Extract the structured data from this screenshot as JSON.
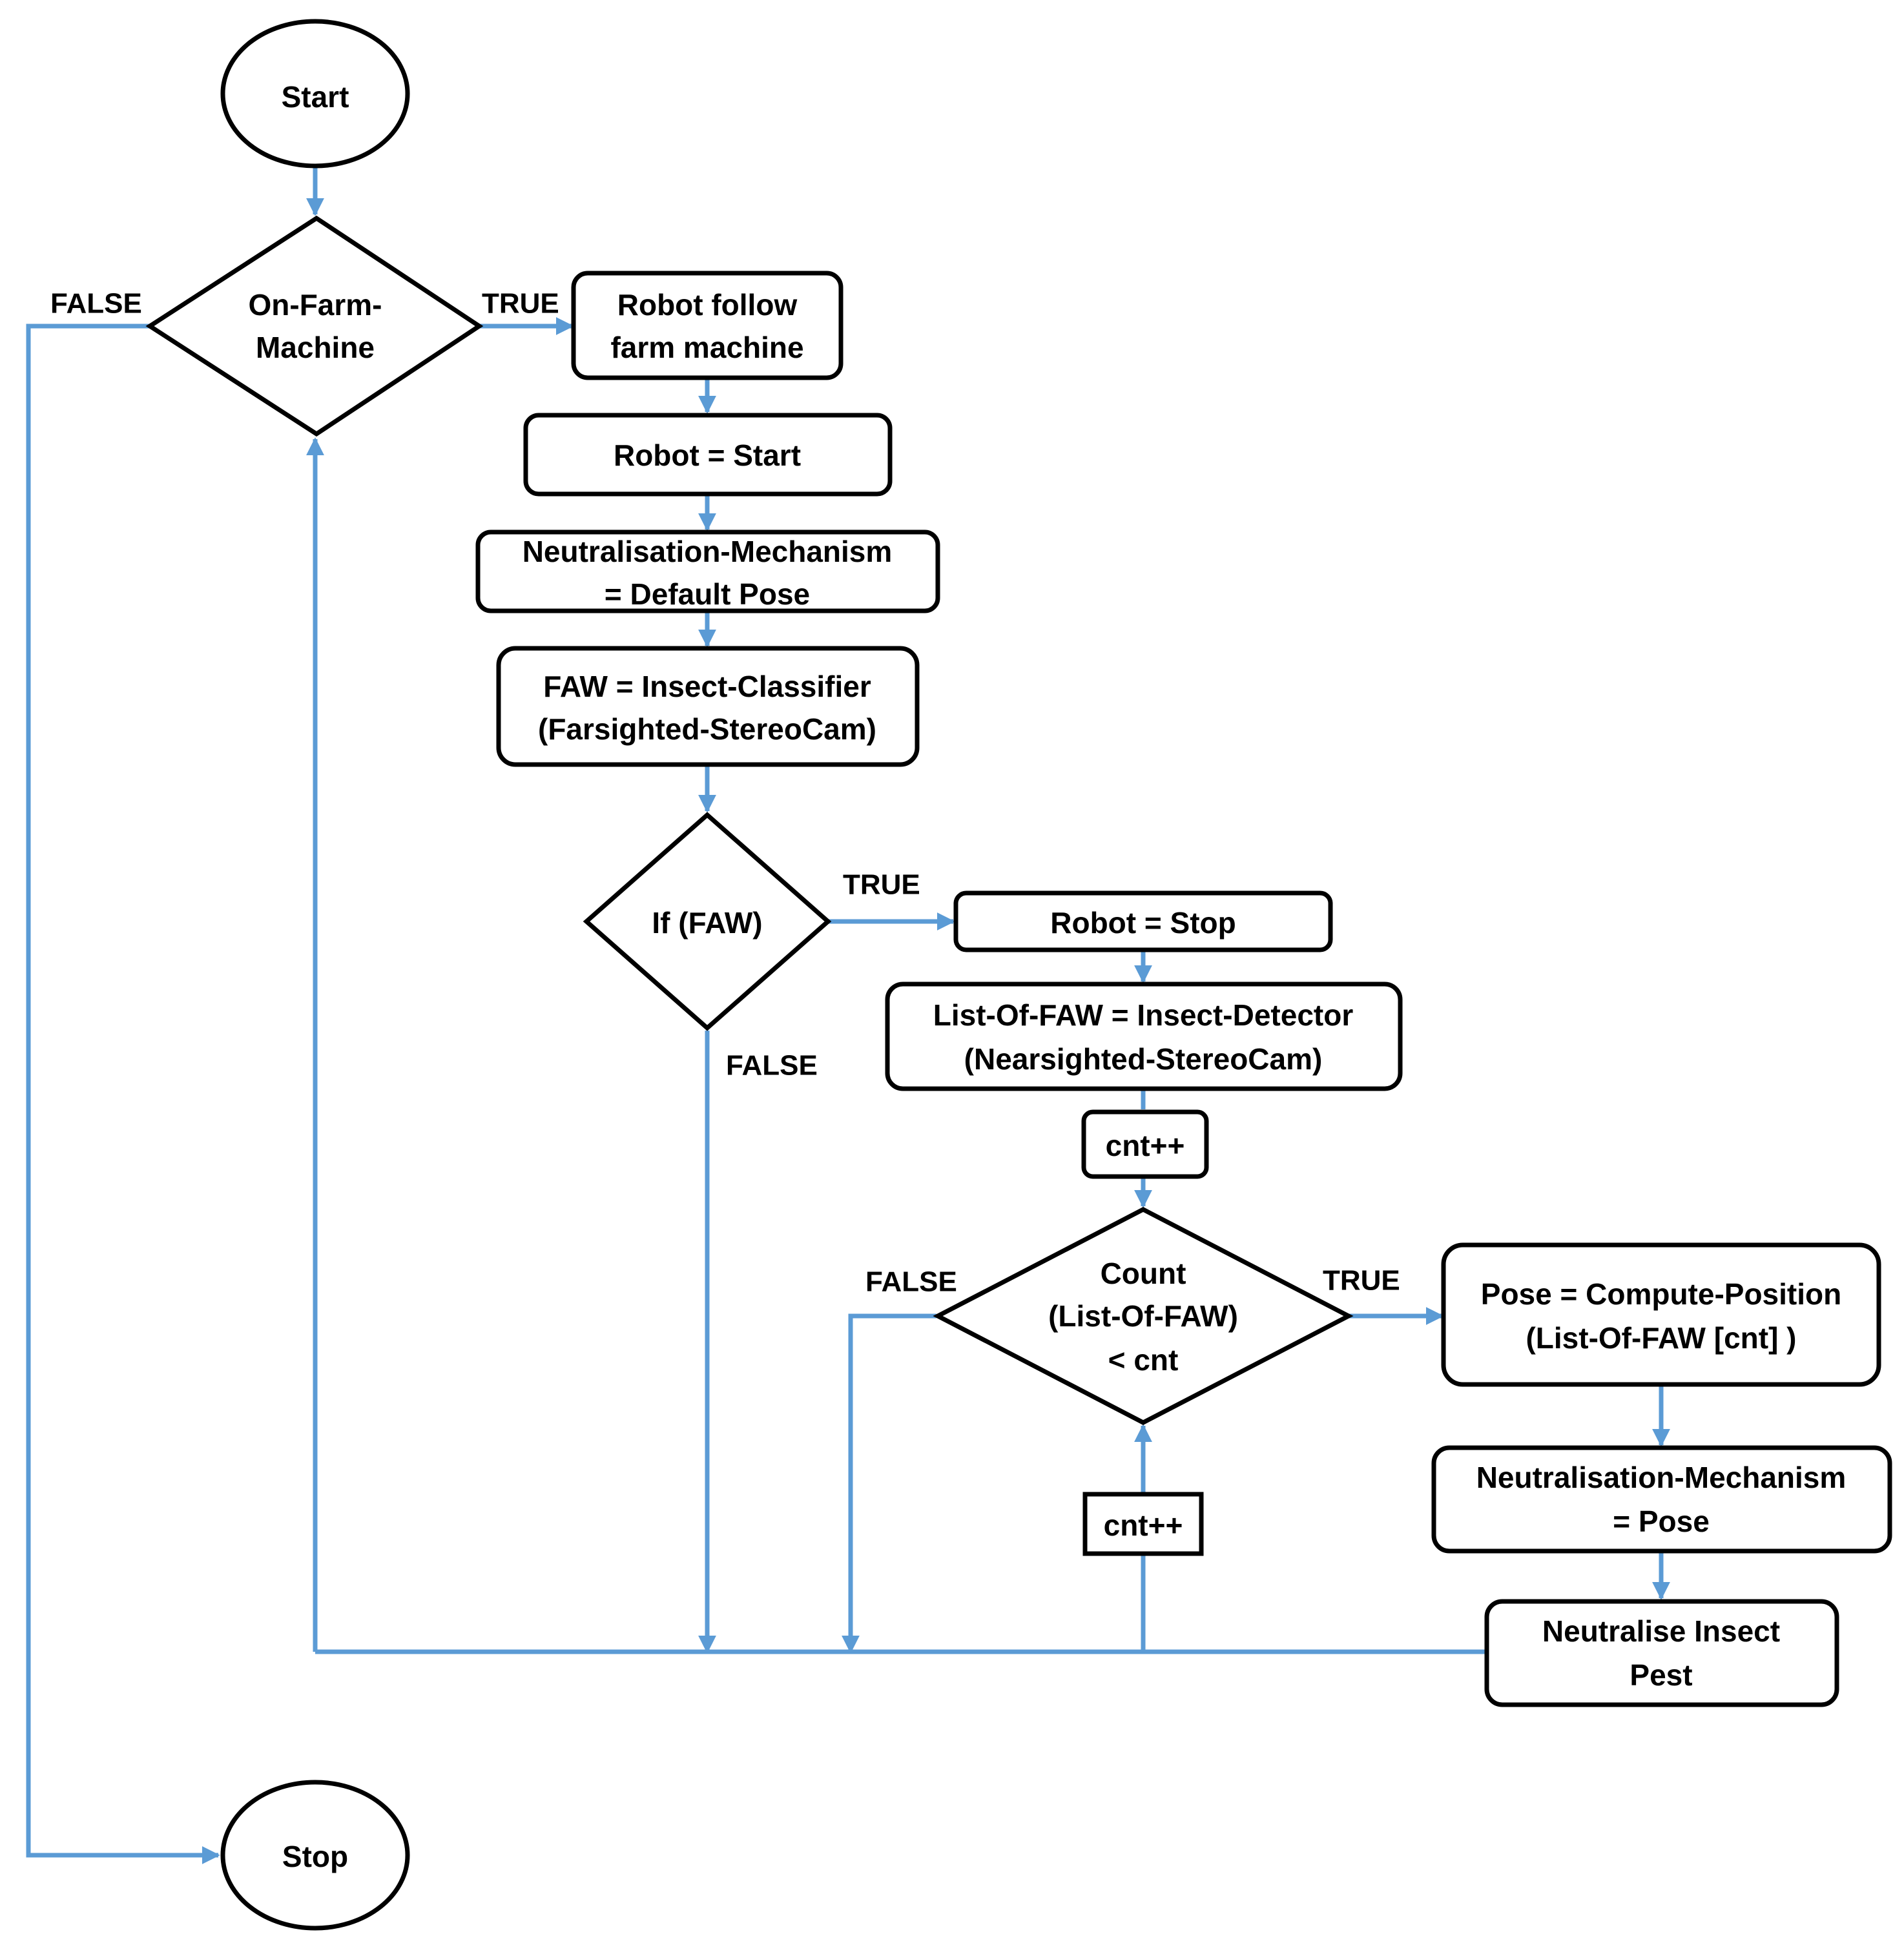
{
  "colors": {
    "connector": "#5b9bd5",
    "outline": "#000000",
    "background": "#ffffff"
  },
  "nodes": {
    "start": {
      "lines": [
        "Start"
      ]
    },
    "on_farm_machine": {
      "lines": [
        "On-Farm-",
        "Machine"
      ]
    },
    "robot_follow": {
      "lines": [
        "Robot follow",
        "farm machine"
      ]
    },
    "robot_start": {
      "lines": [
        "Robot = Start"
      ]
    },
    "neutralisation_default": {
      "lines": [
        "Neutralisation-Mechanism",
        "= Default Pose"
      ]
    },
    "faw_classifier": {
      "lines": [
        "FAW = Insect-Classifier",
        "(Farsighted-StereoCam)"
      ]
    },
    "if_faw": {
      "lines": [
        "If (FAW)"
      ]
    },
    "robot_stop": {
      "lines": [
        "Robot = Stop"
      ]
    },
    "list_of_faw": {
      "lines": [
        "List-Of-FAW = Insect-Detector",
        "(Nearsighted-StereoCam)"
      ]
    },
    "cnt_inc_1": {
      "lines": [
        "cnt++"
      ]
    },
    "count_check": {
      "lines": [
        "Count",
        "(List-Of-FAW)",
        "< cnt"
      ]
    },
    "compute_position": {
      "lines": [
        "Pose = Compute-Position",
        "(List-Of-FAW [cnt] )"
      ]
    },
    "neutralisation_pose": {
      "lines": [
        "Neutralisation-Mechanism",
        "= Pose"
      ]
    },
    "neutralise_pest": {
      "lines": [
        "Neutralise Insect",
        "Pest"
      ]
    },
    "cnt_inc_2": {
      "lines": [
        "cnt++"
      ]
    },
    "stop": {
      "lines": [
        "Stop"
      ]
    }
  },
  "edge_labels": {
    "on_farm_false": "FALSE",
    "on_farm_true": "TRUE",
    "if_faw_true": "TRUE",
    "if_faw_false": "FALSE",
    "count_false": "FALSE",
    "count_true": "TRUE"
  }
}
